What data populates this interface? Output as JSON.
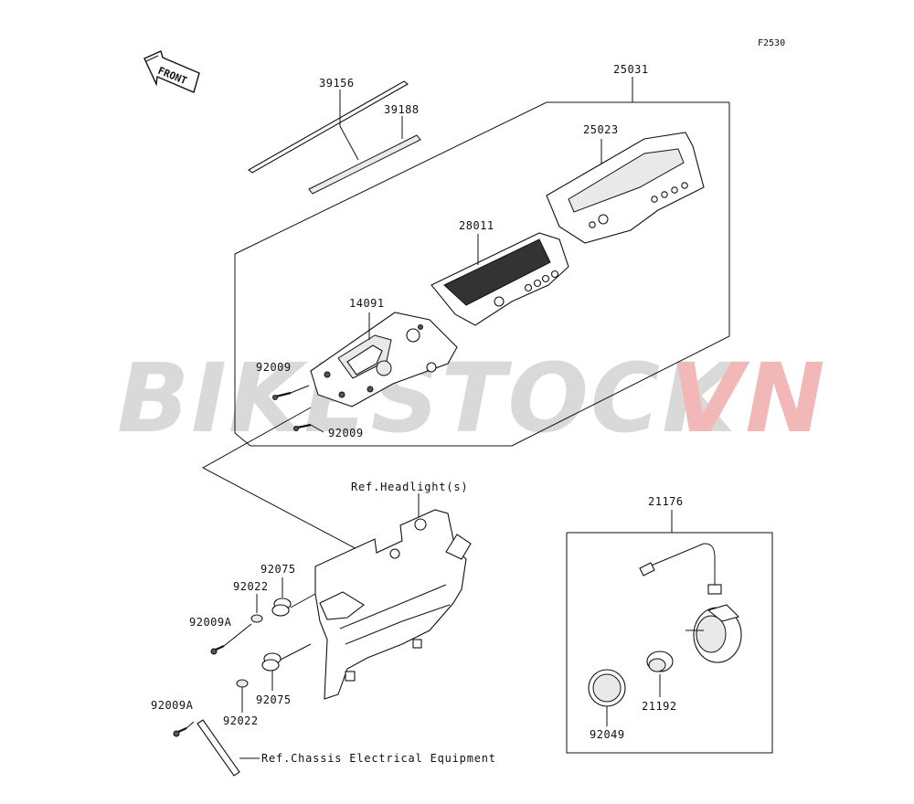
{
  "figure_code": "F2530",
  "front_label": "FRONT",
  "watermark": {
    "part1": "BIKESTOCK",
    "part2": "VN",
    "color1": "#d9d9d9",
    "color2": "#f2b8b8"
  },
  "labels": {
    "p39156": "39156",
    "p39188": "39188",
    "p25031": "25031",
    "p25023": "25023",
    "p28011": "28011",
    "p14091": "14091",
    "p92009_upper": "92009",
    "p92009_lower": "92009",
    "p92075_upper": "92075",
    "p92022_upper": "92022",
    "p92009A_upper": "92009A",
    "p92075_lower": "92075",
    "p92009A_lower": "92009A",
    "p92022_lower": "92022",
    "p21176": "21176",
    "p21192": "21192",
    "p92049": "92049"
  },
  "references": {
    "headlight": "Ref.Headlight(s)",
    "chassis": "Ref.Chassis Electrical Equipment"
  }
}
